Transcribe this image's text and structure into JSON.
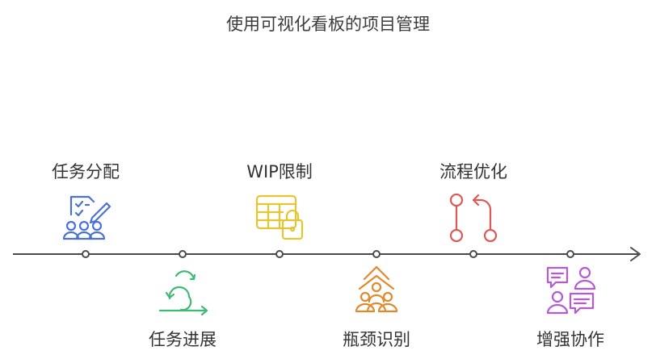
{
  "title": "使用可视化看板的项目管理",
  "stages": [
    {
      "label": "任务分配",
      "icon": "task-assignment-icon",
      "color": "#4a72d4"
    },
    {
      "label": "任务进展",
      "icon": "progress-loop-icon",
      "color": "#3dbb74"
    },
    {
      "label": "WIP限制",
      "icon": "locked-table-icon",
      "color": "#e3c631"
    },
    {
      "label": "瓶颈识别",
      "icon": "bottleneck-group-icon",
      "color": "#e08a2e"
    },
    {
      "label": "流程优化",
      "icon": "process-flow-icon",
      "color": "#dc5a55"
    },
    {
      "label": "增强协作",
      "icon": "collaboration-chat-icon",
      "color": "#b55ad6"
    }
  ]
}
